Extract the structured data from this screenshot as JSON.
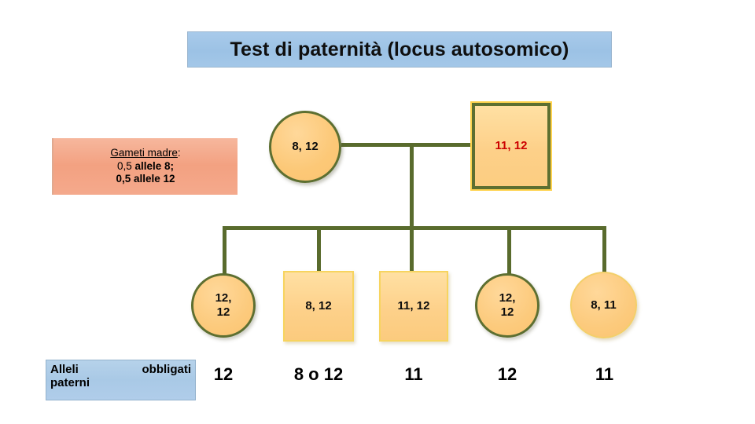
{
  "title": {
    "text": "Test di paternità (locus autosomico)",
    "background": "#9cc2e5"
  },
  "gameti_madre": {
    "heading": "Gameti madre",
    "heading_colon": ":",
    "line2_prefix": "0,5 ",
    "line2_bold": "allele 8;",
    "line3": "0,5 allele 12",
    "background": "#f3a181"
  },
  "parents": {
    "mother": {
      "shape": "circle",
      "genotype": "8, 12",
      "fill": "#fcc877",
      "stroke": "#5d6f31",
      "text_color": "#0d0d0d"
    },
    "father": {
      "shape": "square",
      "genotype": "11, 12",
      "fill": "#fdd089",
      "stroke": "#5d6f31",
      "outline": "#ffd34d",
      "text_color": "#cc0000"
    }
  },
  "children": [
    {
      "shape": "circle",
      "genotype_line1": "12,",
      "genotype_line2": "12",
      "paternal_allele": "12",
      "stroke": "#5d6f31"
    },
    {
      "shape": "square",
      "genotype_line1": "8, 12",
      "genotype_line2": "",
      "paternal_allele": "8 o 12",
      "stroke": "#f7d45f"
    },
    {
      "shape": "square",
      "genotype_line1": "11, 12",
      "genotype_line2": "",
      "paternal_allele": "11",
      "stroke": "#f7d45f"
    },
    {
      "shape": "circle",
      "genotype_line1": "12,",
      "genotype_line2": "12",
      "paternal_allele": "12",
      "stroke": "#5d6f31"
    },
    {
      "shape": "circle",
      "genotype_line1": "8, 11",
      "genotype_line2": "",
      "paternal_allele": "11",
      "stroke": "#f3cf6a"
    }
  ],
  "alleli_label": {
    "word1": "Alleli",
    "word2": "obbligati",
    "line2": "paterni",
    "background": "#a9c9e6"
  },
  "pedigree": {
    "line_color": "#596b2d"
  }
}
